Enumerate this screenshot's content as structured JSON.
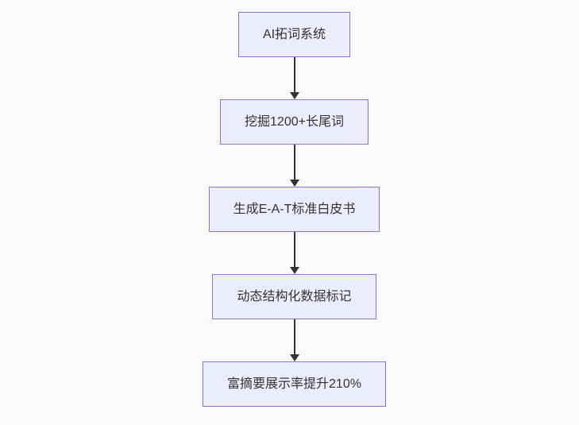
{
  "page": {
    "background_color": "#fafafa"
  },
  "flowchart": {
    "type": "flowchart",
    "direction": "top-down",
    "colors": {
      "node_fill": "#ECECFF",
      "node_border": "#9370DB",
      "arrow_color": "#333333",
      "text_color": "#333333"
    },
    "nodes": [
      {
        "id": "n1",
        "label": "AI拓词系统"
      },
      {
        "id": "n2",
        "label": "挖掘1200+长尾词"
      },
      {
        "id": "n3",
        "label": "生成E-A-T标准白皮书"
      },
      {
        "id": "n4",
        "label": "动态结构化数据标记"
      },
      {
        "id": "n5",
        "label": "富摘要展示率提升210%"
      }
    ],
    "edges": [
      {
        "from": "n1",
        "to": "n2"
      },
      {
        "from": "n2",
        "to": "n3"
      },
      {
        "from": "n3",
        "to": "n4"
      },
      {
        "from": "n4",
        "to": "n5"
      }
    ]
  }
}
